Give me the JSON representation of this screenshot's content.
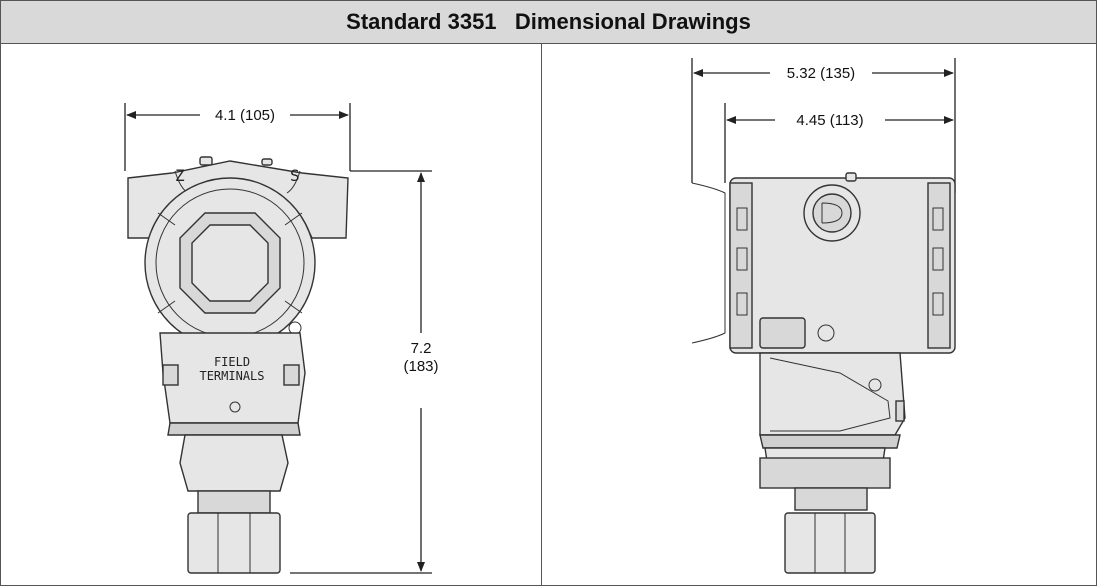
{
  "header": {
    "title_part1": "Standard 3351",
    "title_part2": "Dimensional Drawings"
  },
  "front_view": {
    "width_dim": "4.1 (105)",
    "height_dim_in": "7.2",
    "height_dim_mm": "(183)",
    "cover_marks": {
      "left": "Z",
      "right": "S"
    },
    "terminal_label_line1": "FIELD",
    "terminal_label_line2": "TERMINALS"
  },
  "side_view": {
    "overall_width_dim": "5.32 (135)",
    "housing_width_dim": "4.45 (113)"
  },
  "colors": {
    "header_bg": "#d9d9d9",
    "line": "#222222",
    "body_fill": "#e6e6e6"
  }
}
